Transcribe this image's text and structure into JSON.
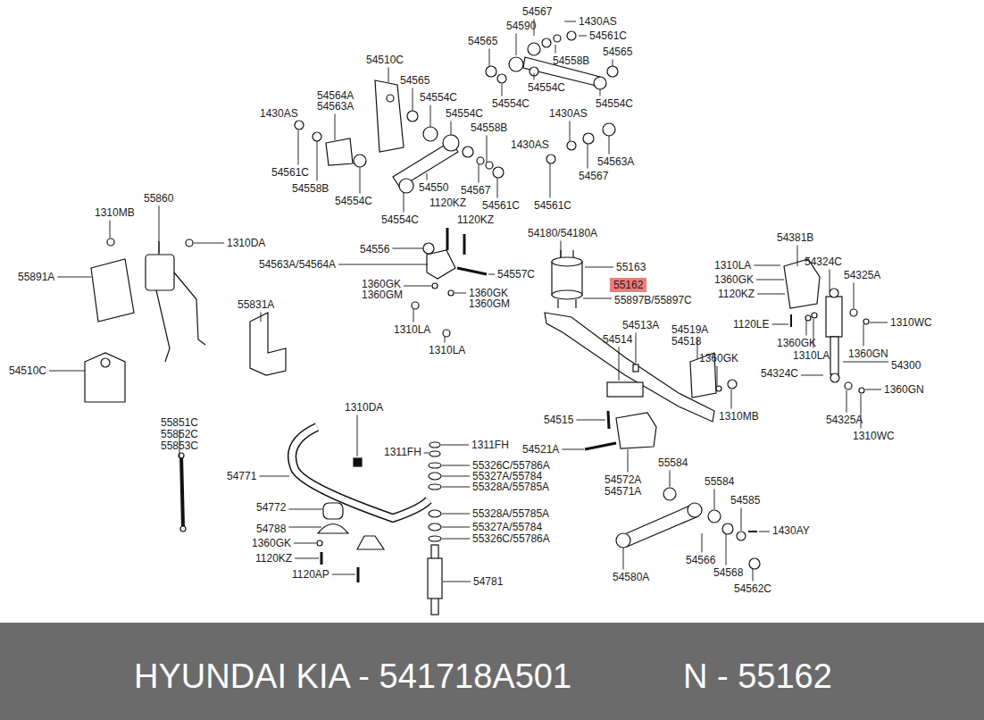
{
  "diagram": {
    "nodes": [
      {
        "text": [
          "55162"
        ]
      },
      {
        "text": [
          "HYUNDAI KIA - 541718A501",
          "N - 55162"
        ]
      }
    ],
    "labels": [
      "54567",
      "1430AS",
      "54590",
      "54561C",
      "54565",
      "54558B",
      "54565",
      "54510C",
      "54565",
      "54554C",
      "54564A",
      "54554C",
      "54563A",
      "54554C",
      "54554C",
      "1430AS",
      "54554C",
      "1430AS",
      "54558B",
      "1430AS",
      "54563A",
      "54561C",
      "54567",
      "54558B",
      "54550",
      "54567",
      "54554C",
      "1120KZ",
      "54561C",
      "54561C",
      "54554C",
      "1120KZ",
      "1310MB",
      "55860",
      "1310DA",
      "55891A",
      "55831A",
      "54510C",
      "54180/54180A",
      "54556",
      "54563A/54564A",
      "55163",
      "54557C",
      "1360GK",
      "1360GM",
      "1360GK",
      "1360GM",
      "55897B/55897C",
      "1310LA",
      "1310LA",
      "54381B",
      "1310LA",
      "54324C",
      "1360GK",
      "54325A",
      "1120KZ",
      "54513A",
      "54519A",
      "54518",
      "54514",
      "1120LE",
      "1310WC",
      "1360GK",
      "1310LA",
      "1360GK",
      "1360GN",
      "54300",
      "54324C",
      "1360GN",
      "1310MB",
      "54325A",
      "1310WC",
      "55851C",
      "55852C",
      "55853C",
      "1310DA",
      "54515",
      "1311FH",
      "1311FH",
      "54521A",
      "55326C/55786A",
      "54771",
      "55327A/55784",
      "55584",
      "54572A",
      "55328A/55785A",
      "54571A",
      "55584",
      "54585",
      "54772",
      "55328A/55785A",
      "55327A/55784",
      "54788",
      "1430AY",
      "55326C/55786A",
      "1360GK",
      "54566",
      "1120KZ",
      "54568",
      "54580A",
      "1120AP",
      "54781",
      "54562C"
    ]
  }
}
